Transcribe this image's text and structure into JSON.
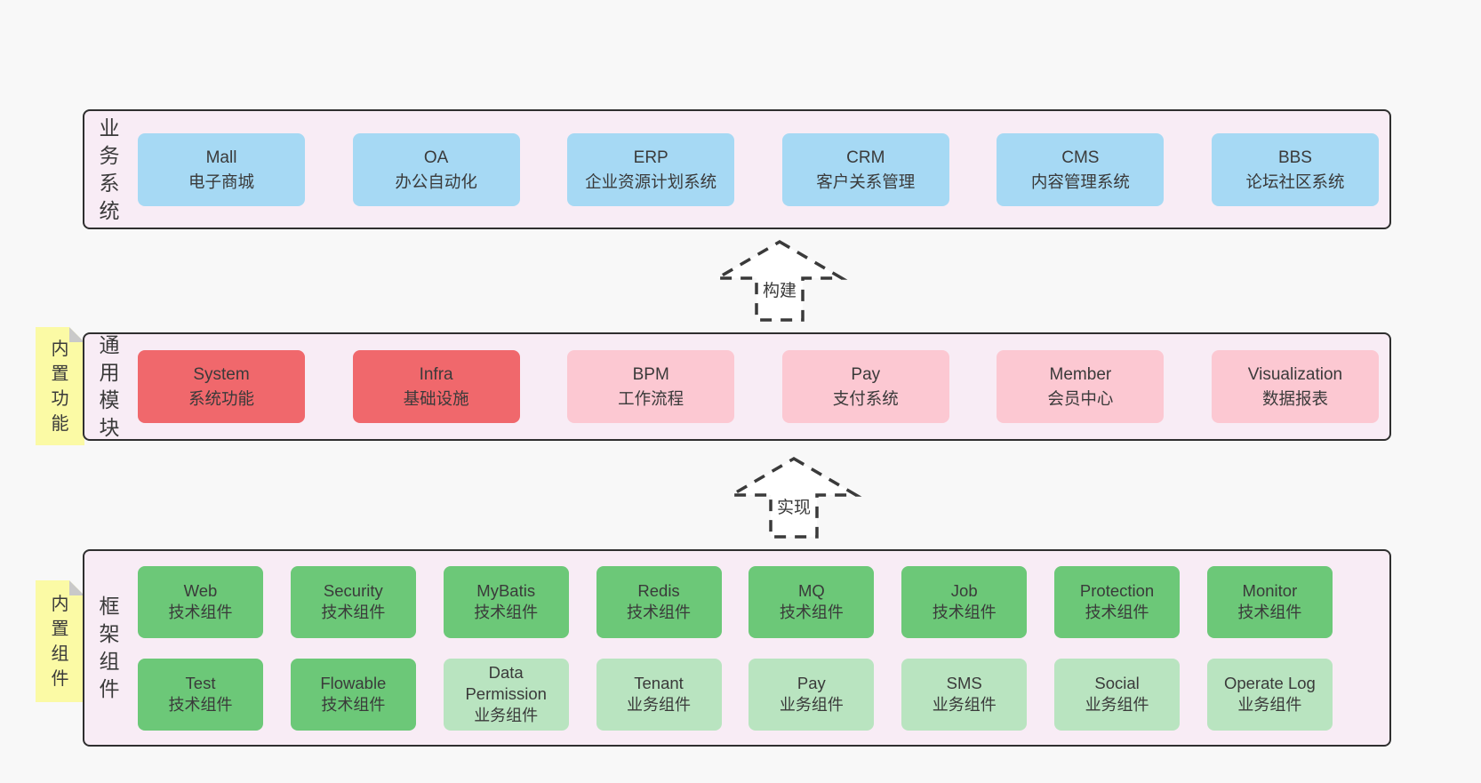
{
  "colors": {
    "page_bg": "#f8f8f8",
    "band_bg": "#f8ecf5",
    "band_border": "#2f2f2f",
    "blue": "#a6d9f4",
    "red": "#f0686c",
    "pink": "#fcc8d2",
    "green": "#6cc878",
    "light_green": "#b9e4c0",
    "sticky_yellow": "#fbfaa5",
    "sticky_fold": "#c9c9c9",
    "text": "#3a3a3a"
  },
  "business": {
    "label": "业\n务\n系\n统",
    "boxes": [
      {
        "en": "Mall",
        "zh": "电子商城",
        "variant": "blue"
      },
      {
        "en": "OA",
        "zh": "办公自动化",
        "variant": "blue"
      },
      {
        "en": "ERP",
        "zh": "企业资源计划系统",
        "variant": "blue"
      },
      {
        "en": "CRM",
        "zh": "客户关系管理",
        "variant": "blue"
      },
      {
        "en": "CMS",
        "zh": "内容管理系统",
        "variant": "blue"
      },
      {
        "en": "BBS",
        "zh": "论坛社区系统",
        "variant": "blue"
      }
    ]
  },
  "arrow_build": {
    "label": "构建"
  },
  "modules": {
    "sticky": "内\n置\n功\n能",
    "label": "通\n用\n模\n块",
    "boxes": [
      {
        "en": "System",
        "zh": "系统功能",
        "variant": "red"
      },
      {
        "en": "Infra",
        "zh": "基础设施",
        "variant": "red"
      },
      {
        "en": "BPM",
        "zh": "工作流程",
        "variant": "pink"
      },
      {
        "en": "Pay",
        "zh": "支付系统",
        "variant": "pink"
      },
      {
        "en": "Member",
        "zh": "会员中心",
        "variant": "pink"
      },
      {
        "en": "Visualization",
        "zh": "数据报表",
        "variant": "pink"
      }
    ]
  },
  "arrow_implement": {
    "label": "实现"
  },
  "components": {
    "sticky": "内\n置\n组\n件",
    "label": "框\n架\n组\n件",
    "row1": [
      {
        "en": "Web",
        "zh": "技术组件",
        "variant": "green"
      },
      {
        "en": "Security",
        "zh": "技术组件",
        "variant": "green"
      },
      {
        "en": "MyBatis",
        "zh": "技术组件",
        "variant": "green"
      },
      {
        "en": "Redis",
        "zh": "技术组件",
        "variant": "green"
      },
      {
        "en": "MQ",
        "zh": "技术组件",
        "variant": "green"
      },
      {
        "en": "Job",
        "zh": "技术组件",
        "variant": "green"
      },
      {
        "en": "Protection",
        "zh": "技术组件",
        "variant": "green"
      },
      {
        "en": "Monitor",
        "zh": "技术组件",
        "variant": "green"
      }
    ],
    "row2": [
      {
        "en": "Test",
        "zh": "技术组件",
        "variant": "green"
      },
      {
        "en": "Flowable",
        "zh": "技术组件",
        "variant": "green"
      },
      {
        "en": "Data Permission",
        "zh": "业务组件",
        "variant": "lightgreen"
      },
      {
        "en": "Tenant",
        "zh": "业务组件",
        "variant": "lightgreen"
      },
      {
        "en": "Pay",
        "zh": "业务组件",
        "variant": "lightgreen"
      },
      {
        "en": "SMS",
        "zh": "业务组件",
        "variant": "lightgreen"
      },
      {
        "en": "Social",
        "zh": "业务组件",
        "variant": "lightgreen"
      },
      {
        "en": "Operate Log",
        "zh": "业务组件",
        "variant": "lightgreen"
      }
    ]
  }
}
